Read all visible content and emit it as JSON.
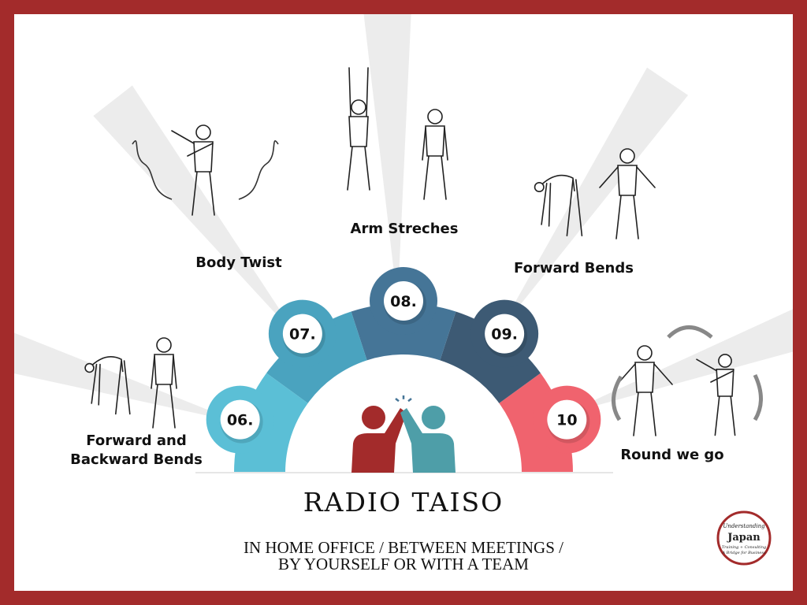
{
  "title": "RADIO TAISO",
  "subtitle_lines": [
    "IN HOME OFFICE / BETWEEN MEETINGS /",
    "BY YOURSELF OR WITH A TEAM"
  ],
  "colors": {
    "border": "#a32b2b",
    "step06": "#5bbfd6",
    "step07": "#4aa3bf",
    "step08": "#457597",
    "step09": "#3d5a74",
    "step10": "#f0636e",
    "person_left": "#a32b2b",
    "person_right": "#4e9ea8"
  },
  "steps": [
    {
      "number": "06.",
      "label_lines": [
        "Forward and",
        "Backward Bends"
      ]
    },
    {
      "number": "07.",
      "label_lines": [
        "Body Twist"
      ]
    },
    {
      "number": "08.",
      "label_lines": [
        "Arm Streches"
      ]
    },
    {
      "number": "09.",
      "label_lines": [
        "Forward Bends"
      ]
    },
    {
      "number": "10",
      "label_lines": [
        "Round we go"
      ]
    }
  ],
  "center_icon": "high-five-icon",
  "logo": {
    "lines": [
      "Understanding",
      "Japan",
      "Training + Consulting",
      "A Bridge for Business"
    ]
  }
}
